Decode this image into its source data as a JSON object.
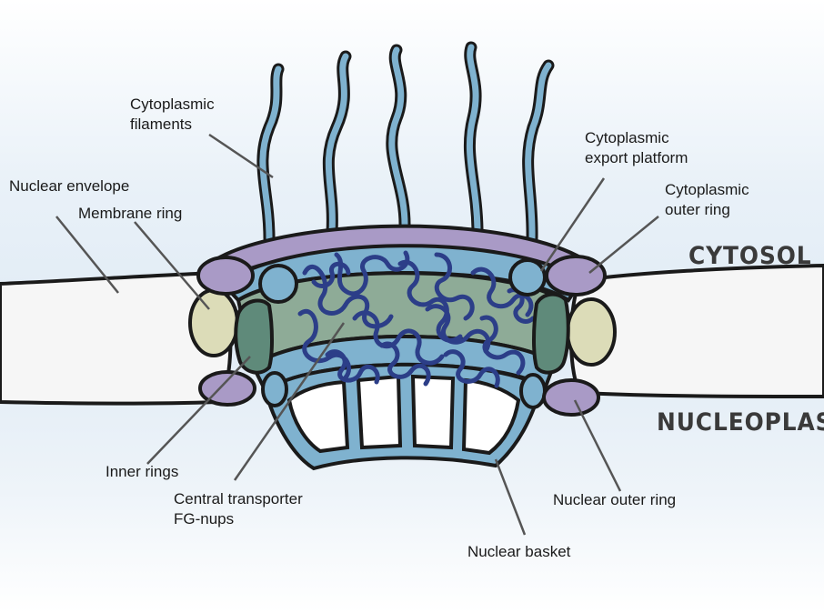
{
  "labels": {
    "cytoplasmic_filaments": [
      "Cytoplasmic",
      "filaments"
    ],
    "nuclear_envelope": "Nuclear envelope",
    "membrane_ring": "Membrane ring",
    "cytoplasmic_export_platform": [
      "Cytoplasmic",
      "export platform"
    ],
    "cytoplasmic_outer_ring": [
      "Cytoplasmic",
      "outer ring"
    ],
    "inner_rings": "Inner rings",
    "central_transporter": [
      "Central transporter",
      "FG-nups"
    ],
    "nuclear_basket": "Nuclear basket",
    "nuclear_outer_ring": "Nuclear outer ring"
  },
  "regions": {
    "cytosol": "CYTOSOL",
    "nucleoplasm": "NUCLEOPLASM"
  },
  "colors": {
    "background_top": "#ffffff",
    "background_mid": "#e4eef7",
    "envelope_fill": "#f6f6f6",
    "scaffold_blue": "#7fb2cf",
    "outer_ring_purple": "#a99ac6",
    "membrane_ring_yellow": "#dcdcb8",
    "inner_ring_green": "#5f8a7a",
    "central_channel": "#8eab97",
    "fg_nups": "#2c3e88",
    "outline": "#1a1a1a"
  }
}
